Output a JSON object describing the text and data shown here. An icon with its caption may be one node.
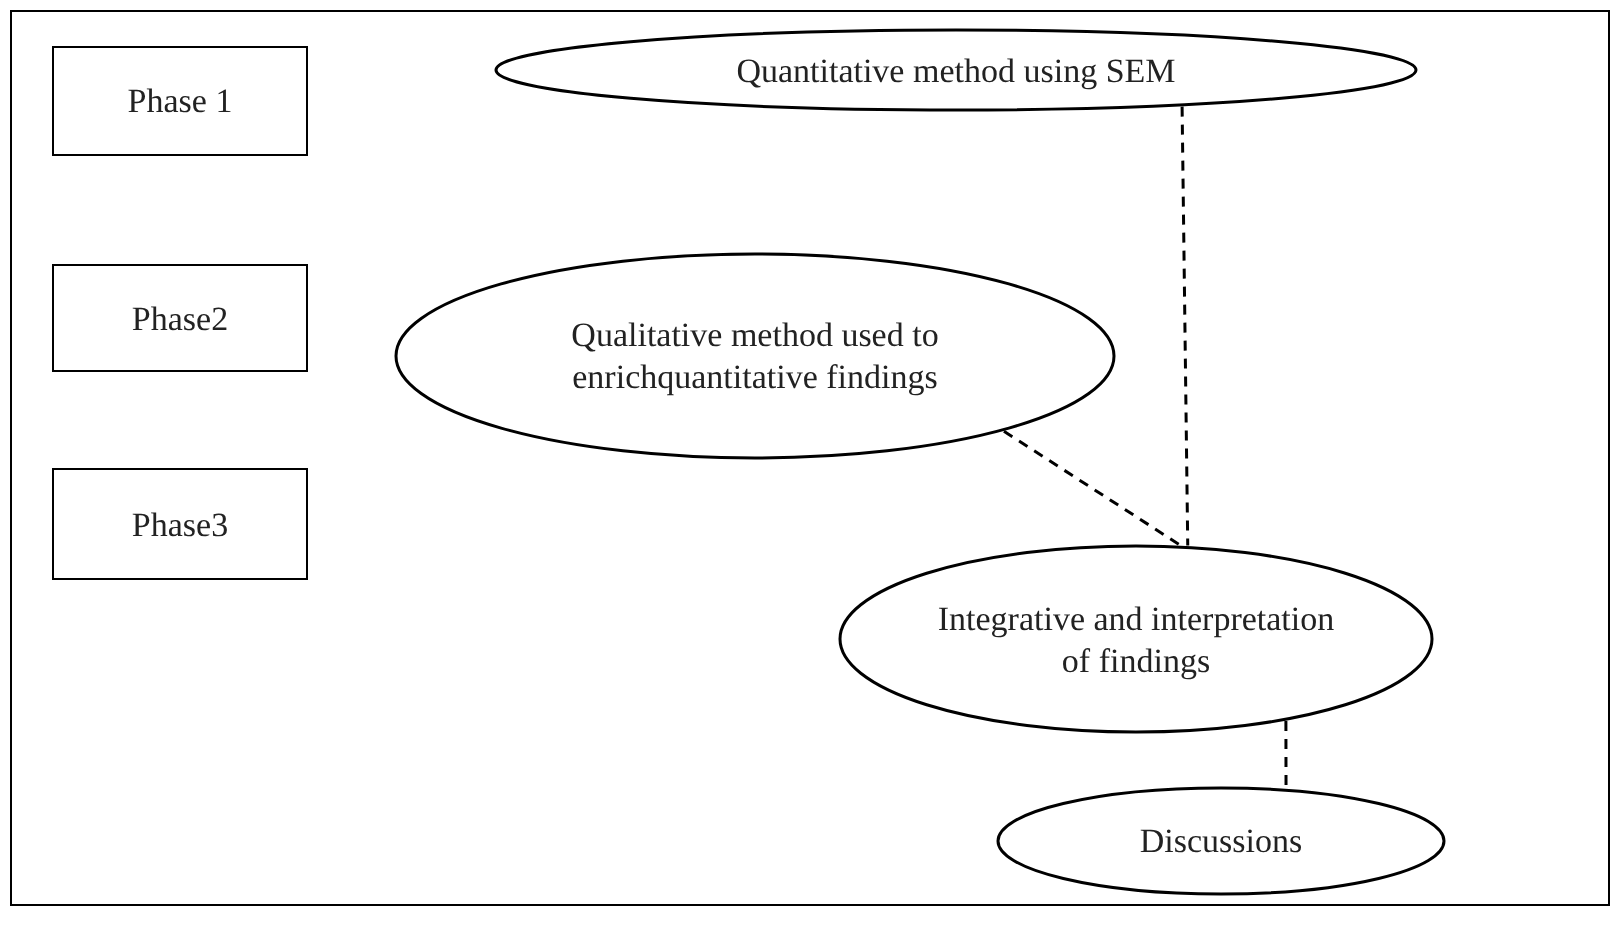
{
  "diagram": {
    "nodes": [
      {
        "text": [
          "Phase 1"
        ]
      },
      {
        "text": [
          "Phase2"
        ]
      },
      {
        "text": [
          "Phase3"
        ]
      },
      {
        "text": [
          "Quantitative method using SEM"
        ]
      },
      {
        "text": [
          "Qualitative method used to enrichquantitative findings"
        ]
      },
      {
        "text": [
          "Integrative and interpretation of findings"
        ]
      },
      {
        "text": [
          "Discussions"
        ]
      }
    ],
    "edges": [
      {
        "from": 3,
        "to": 5,
        "arrow": "none",
        "style": "dashed"
      },
      {
        "from": 4,
        "to": 5,
        "arrow": "none",
        "style": "dashed"
      },
      {
        "from": 5,
        "to": 6,
        "arrow": "none",
        "style": "dashed"
      }
    ]
  }
}
